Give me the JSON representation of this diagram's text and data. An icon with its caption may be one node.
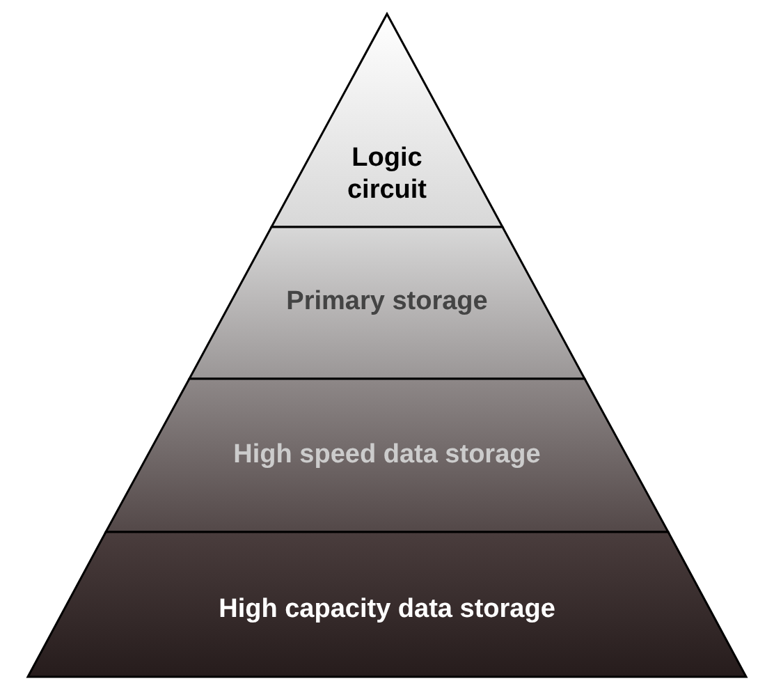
{
  "diagram": {
    "nodes": [
      {
        "text": [
          "Logic circuit"
        ]
      },
      {
        "text": [
          "Primary storage"
        ]
      },
      {
        "text": [
          "High speed data storage"
        ]
      },
      {
        "text": [
          "High capacity data storage"
        ]
      }
    ]
  }
}
